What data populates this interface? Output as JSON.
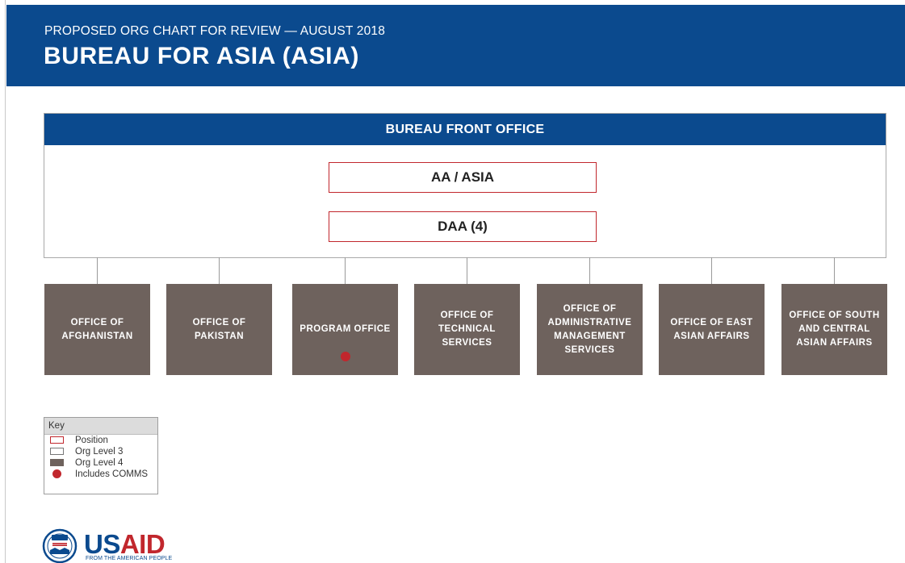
{
  "header": {
    "subtitle": "PROPOSED ORG CHART FOR REVIEW — AUGUST 2018",
    "title": "BUREAU FOR ASIA (ASIA)"
  },
  "front_office": {
    "label": "BUREAU FRONT OFFICE",
    "positions": [
      "AA / ASIA",
      "DAA (4)"
    ]
  },
  "offices": [
    {
      "label": "OFFICE OF\nAFGHANISTAN",
      "includes_comms": false
    },
    {
      "label": "OFFICE OF\nPAKISTAN",
      "includes_comms": false
    },
    {
      "label": "PROGRAM OFFICE",
      "includes_comms": true
    },
    {
      "label": "OFFICE OF\nTECHNICAL\nSERVICES",
      "includes_comms": false
    },
    {
      "label": "OFFICE OF\nADMINISTRATIVE\nMANAGEMENT\nSERVICES",
      "includes_comms": false
    },
    {
      "label": "OFFICE OF EAST\nASIAN AFFAIRS",
      "includes_comms": false
    },
    {
      "label": "OFFICE OF SOUTH\nAND CENTRAL\nASIAN AFFAIRS",
      "includes_comms": false
    }
  ],
  "key": {
    "title": "Key",
    "items": [
      "Position",
      "Org Level 3",
      "Org Level 4",
      "Includes COMMS"
    ]
  },
  "logo": {
    "wordmark_us": "US",
    "wordmark_aid": "AID",
    "tagline": "FROM THE AMERICAN PEOPLE"
  },
  "colors": {
    "brand_blue": "#0b4a8e",
    "position_red": "#c1272d",
    "level4_brown": "#6e625d"
  }
}
